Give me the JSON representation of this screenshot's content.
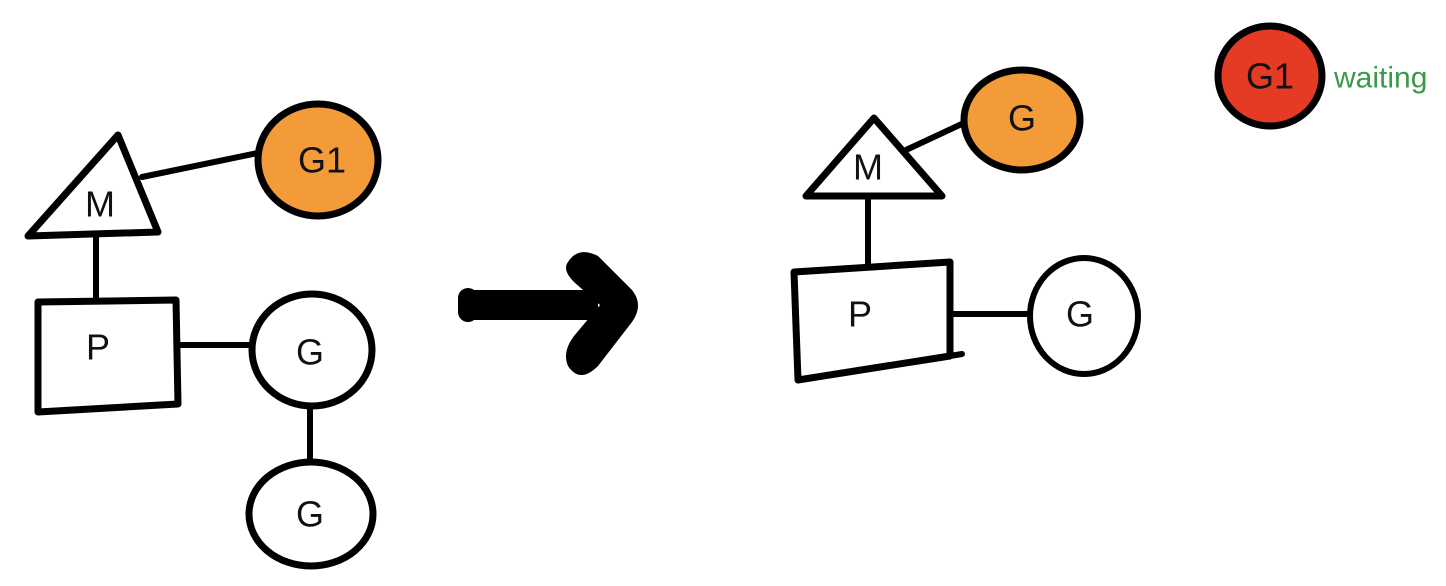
{
  "colors": {
    "running": "#f29b38",
    "blocked": "#e53a23",
    "idle": "#ffffff",
    "outline": "#000000",
    "status_text": "#3a9a4a"
  },
  "before": {
    "machine": {
      "label": "M"
    },
    "processor": {
      "label": "P"
    },
    "running_goroutine": {
      "label": "G1",
      "state_color": "running"
    },
    "queued_goroutines": [
      {
        "label": "G"
      },
      {
        "label": "G"
      }
    ]
  },
  "transition": {
    "icon": "arrow-right-icon"
  },
  "after": {
    "machine": {
      "label": "M"
    },
    "processor": {
      "label": "P"
    },
    "running_goroutine": {
      "label": "G",
      "state_color": "running"
    },
    "queued_goroutines": [
      {
        "label": "G"
      }
    ],
    "blocked_goroutine": {
      "label": "G1",
      "status": "waiting",
      "state_color": "blocked"
    }
  }
}
